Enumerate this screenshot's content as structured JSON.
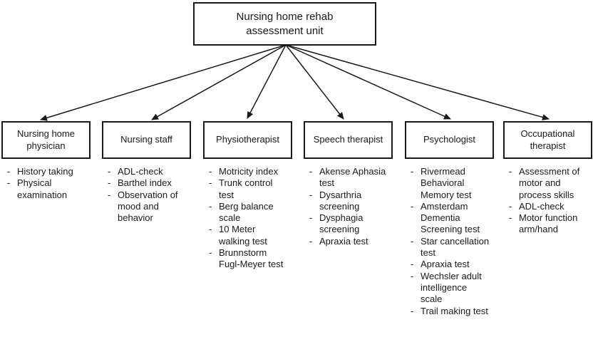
{
  "diagram": {
    "root": {
      "label": "Nursing home rehab assessment unit"
    },
    "bullet": "-",
    "branches": [
      {
        "title": "Nursing home physician",
        "items": [
          "History taking",
          "Physical examination"
        ]
      },
      {
        "title": "Nursing staff",
        "items": [
          "ADL-check",
          "Barthel index",
          "Observation of mood and behavior"
        ]
      },
      {
        "title": "Physiotherapist",
        "items": [
          "Motricity index",
          "Trunk control test",
          "Berg balance scale",
          "10 Meter walking test",
          "Brunnstorm Fugl-Meyer test"
        ]
      },
      {
        "title": "Speech therapist",
        "items": [
          "Akense Aphasia test",
          "Dysarthria screening",
          "Dysphagia screening",
          "Apraxia test"
        ]
      },
      {
        "title": "Psychologist",
        "items": [
          "Rivermead Behavioral Memory test",
          "Amsterdam Dementia Screening test",
          "Star cancellation test",
          "Apraxia test",
          "Wechsler adult intelligence scale",
          "Trail making test"
        ]
      },
      {
        "title": "Occupational therapist",
        "items": [
          "Assessment of motor and process skills",
          "ADL-check",
          "Motor function arm/hand"
        ]
      }
    ],
    "colors": {
      "ink": "#1a1a1a",
      "background": "#ffffff"
    }
  }
}
